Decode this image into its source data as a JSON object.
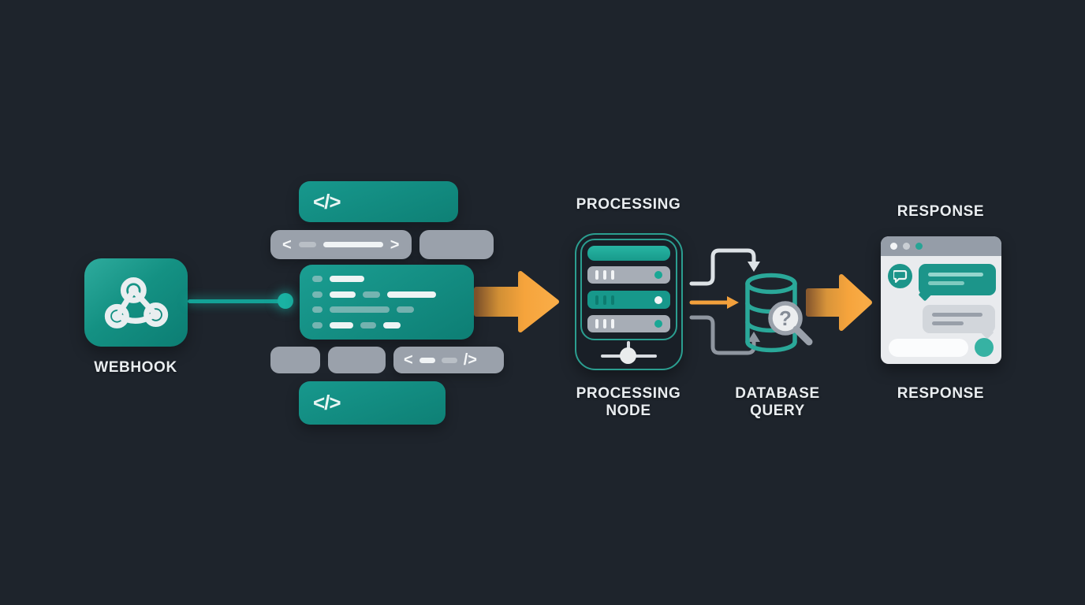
{
  "colors": {
    "background": "#1e242c",
    "teal_accent": "#14978b",
    "teal_bright": "#1ab2a3",
    "gray_block": "#9aa1ab",
    "orange_arrow": "#f5a33c",
    "text": "#e9edf0"
  },
  "webhook": {
    "label": "WEBHOOK",
    "icon": "webhook-icon"
  },
  "code_editor": {
    "top_block_glyph": "</>",
    "tag_bar_open": "<",
    "tag_bar_close": ">",
    "inline_tag_open": "<",
    "inline_tag_close": "/>",
    "bottom_block_glyph": "</>"
  },
  "processing": {
    "title": "PROCESSING",
    "label": [
      "PROCESSING",
      "NODE"
    ],
    "icon": "server-icon"
  },
  "database": {
    "label": [
      "DATABASE",
      "QUERY"
    ],
    "icon": "database-icon",
    "magnifier_glyph": "?"
  },
  "response": {
    "title": "RESPONSE",
    "label": "RESPONSE",
    "icon": "chat-window-icon"
  }
}
